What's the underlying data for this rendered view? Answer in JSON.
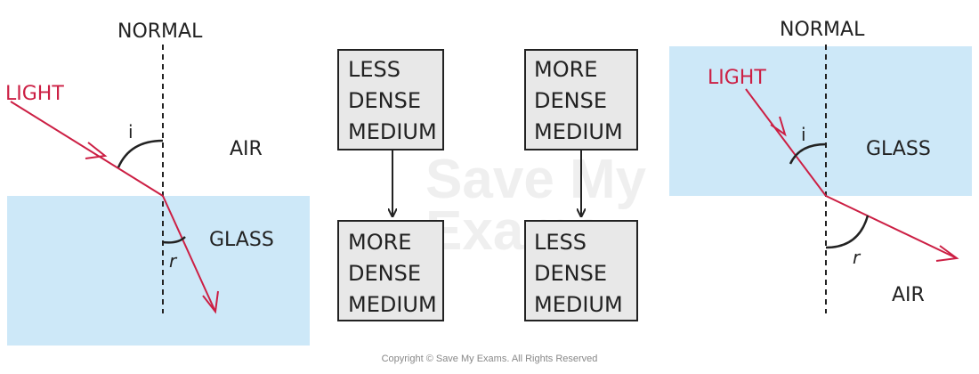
{
  "colors": {
    "glass": "#cde8f8",
    "light_ray": "#cc1f44",
    "box_fill": "#e8e8e8",
    "line": "#222222",
    "watermark": "#efefef"
  },
  "watermark": {
    "line1": "Save My",
    "line2": "Exams"
  },
  "left_diagram": {
    "normal_label": "NORMAL",
    "light_label": "LIGHT",
    "angle_i": "i",
    "angle_r": "r",
    "air_label": "AIR",
    "glass_label": "GLASS"
  },
  "middle_diagram": {
    "flow1": {
      "top_box": [
        "LESS",
        "DENSE",
        "MEDIUM"
      ],
      "bottom_box": [
        "MORE",
        "DENSE",
        "MEDIUM"
      ]
    },
    "flow2": {
      "top_box": [
        "MORE",
        "DENSE",
        "MEDIUM"
      ],
      "bottom_box": [
        "LESS",
        "DENSE",
        "MEDIUM"
      ]
    }
  },
  "right_diagram": {
    "normal_label": "NORMAL",
    "light_label": "LIGHT",
    "angle_i": "i",
    "angle_r": "r",
    "glass_label": "GLASS",
    "air_label": "AIR"
  },
  "copyright": "Copyright © Save My Exams. All Rights Reserved"
}
